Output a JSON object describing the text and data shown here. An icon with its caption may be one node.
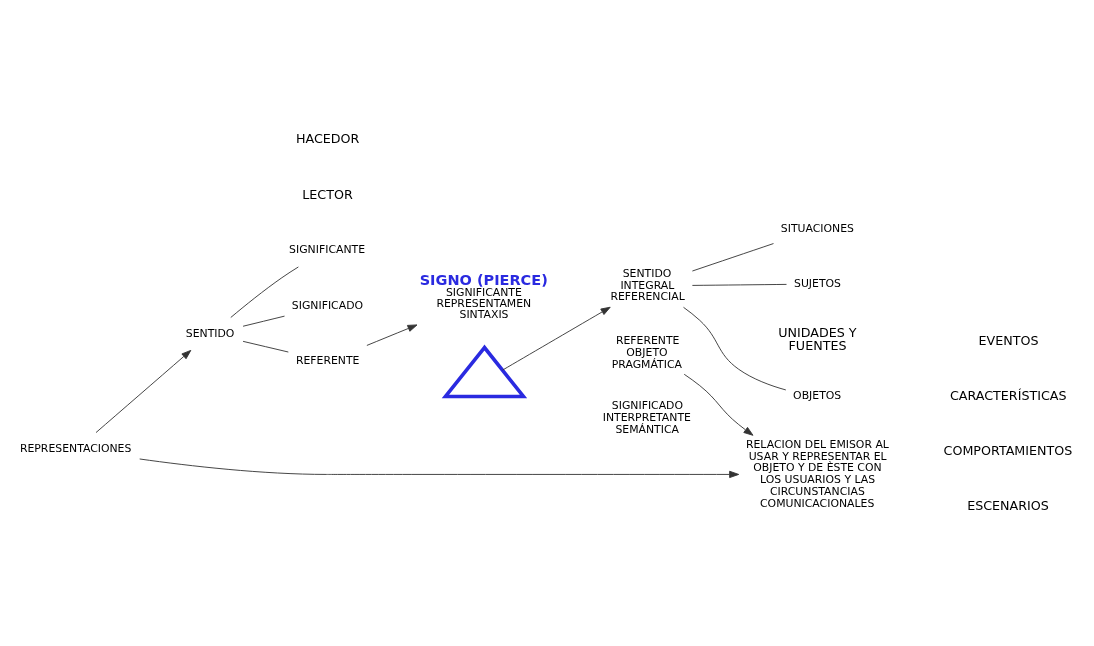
{
  "diagram": {
    "nodes": [
      {
        "text": [
          "REPRESENTACIONES"
        ]
      },
      {
        "text": [
          "SENTIDO"
        ]
      },
      {
        "text": [
          "SIGNIFICANTE"
        ]
      },
      {
        "text": [
          "SIGNIFICADO"
        ]
      },
      {
        "text": [
          "REFERENTE"
        ]
      },
      {
        "text": [
          "SIGNO (PIERCE)",
          "SIGNIFICANTE REPRESENTAMEN SINTAXIS"
        ]
      },
      {
        "text": [],
        "shape": "triangle"
      },
      {
        "text": [
          "REFERENTE OBJETO PRAGMÁTICA"
        ]
      },
      {
        "text": [
          "SIGNIFICADO INTERPRETANTE SEMÁNTICA"
        ]
      },
      {
        "text": [
          "RELACION DEL EMISOR AL USAR Y REPRESENTAR EL OBJETO Y DE ÈSTE CON LOS USUARIOS Y LAS CIRCUNSTANCIAS COMUNICACIONALES"
        ]
      },
      {
        "text": [
          "SENTIDO INTEGRAL REFERENCIAL"
        ]
      },
      {
        "text": [
          "OBJETOS"
        ]
      },
      {
        "text": [
          "SUJETOS"
        ]
      },
      {
        "text": [
          "SITUACIONES"
        ]
      }
    ],
    "edges": [
      {
        "from": 0,
        "to": 1,
        "arrow": "to"
      },
      {
        "from": 1,
        "to": 2,
        "arrow": "none"
      },
      {
        "from": 1,
        "to": 3,
        "arrow": "none"
      },
      {
        "from": 1,
        "to": 4,
        "arrow": "none"
      },
      {
        "from": 4,
        "to": 5,
        "arrow": "to"
      },
      {
        "from": 0,
        "to": 9,
        "arrow": "to"
      },
      {
        "from": 7,
        "to": 9,
        "arrow": "to"
      },
      {
        "from": 6,
        "to": 10,
        "arrow": "to"
      },
      {
        "from": 10,
        "to": 11,
        "arrow": "none"
      },
      {
        "from": 10,
        "to": 12,
        "arrow": "none"
      },
      {
        "from": 10,
        "to": 13,
        "arrow": "none"
      }
    ],
    "labels": [
      "HACEDOR",
      "LECTOR",
      "UNIDADES Y FUENTES",
      "EVENTOS",
      "CARACTERÍSTICAS",
      "COMPORTAMIENTOS",
      "ESCENARIOS"
    ]
  }
}
